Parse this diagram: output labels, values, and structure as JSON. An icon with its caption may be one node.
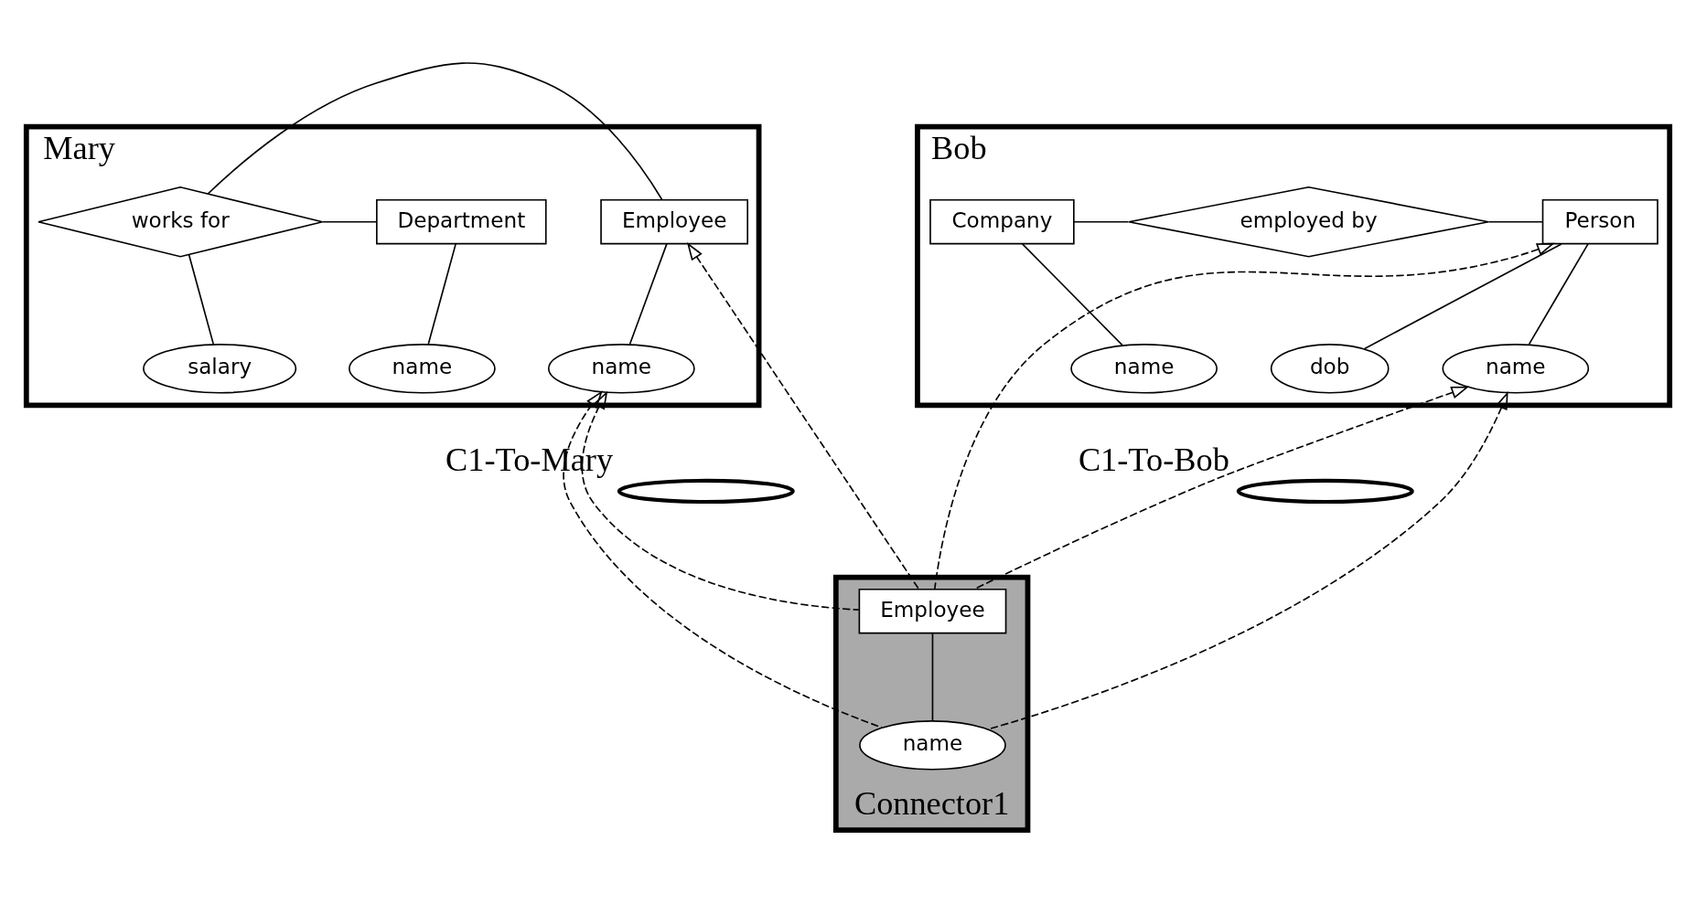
{
  "diagram": {
    "nodes": [
      {
        "text": [
          "Bob"
        ]
      },
      {
        "text": [
          "Company"
        ],
        "in": 0
      },
      {
        "text": [
          "employed by"
        ],
        "in": 0
      },
      {
        "text": [
          "Person"
        ],
        "in": 0
      },
      {
        "text": [
          "name"
        ],
        "in": 0
      },
      {
        "text": [
          "dob"
        ],
        "in": 0
      },
      {
        "text": [
          "name"
        ],
        "in": 0
      },
      {
        "text": [
          "Mary"
        ]
      },
      {
        "text": [
          "Employee"
        ],
        "in": 7
      },
      {
        "text": [
          "works for"
        ],
        "in": 7
      },
      {
        "text": [
          "Department"
        ],
        "in": 7
      },
      {
        "text": [
          "name"
        ],
        "in": 7
      },
      {
        "text": [
          "salary"
        ],
        "in": 7
      },
      {
        "text": [
          "name"
        ],
        "in": 7
      },
      {
        "text": [],
        "shape": "ellipse",
        "beside": [
          "C1-To-Bob"
        ]
      },
      {
        "text": [],
        "shape": "ellipse",
        "beside": [
          "C1-To-Mary"
        ]
      },
      {
        "text": [
          "Connector1"
        ]
      },
      {
        "text": [
          "Employee"
        ],
        "in": 16
      },
      {
        "text": [
          "name"
        ],
        "in": 16
      }
    ],
    "edges": [
      {
        "from": 1,
        "to": 2,
        "arrow": "none"
      },
      {
        "from": 2,
        "to": 3,
        "arrow": "none"
      },
      {
        "from": 1,
        "to": 4,
        "arrow": "none"
      },
      {
        "from": 3,
        "to": 5,
        "arrow": "none"
      },
      {
        "from": 3,
        "to": 6,
        "arrow": "none"
      },
      {
        "from": 8,
        "to": 9,
        "arrow": "none"
      },
      {
        "from": 9,
        "to": 10,
        "arrow": "none"
      },
      {
        "from": 8,
        "to": 11,
        "arrow": "none"
      },
      {
        "from": 9,
        "to": 12,
        "arrow": "none"
      },
      {
        "from": 10,
        "to": 13,
        "arrow": "none"
      },
      {
        "from": 17,
        "to": 18,
        "arrow": "none"
      },
      {
        "from": 17,
        "to": 3,
        "arrow": "to",
        "style": "dashed"
      },
      {
        "from": 17,
        "to": 6,
        "arrow": "to",
        "style": "dashed"
      },
      {
        "from": 18,
        "to": 6,
        "arrow": "to",
        "style": "dashed"
      },
      {
        "from": 17,
        "to": 8,
        "arrow": "to",
        "style": "dashed"
      },
      {
        "from": 17,
        "to": 11,
        "arrow": "to",
        "style": "dashed"
      },
      {
        "from": 18,
        "to": 11,
        "arrow": "to",
        "style": "dashed"
      }
    ]
  }
}
